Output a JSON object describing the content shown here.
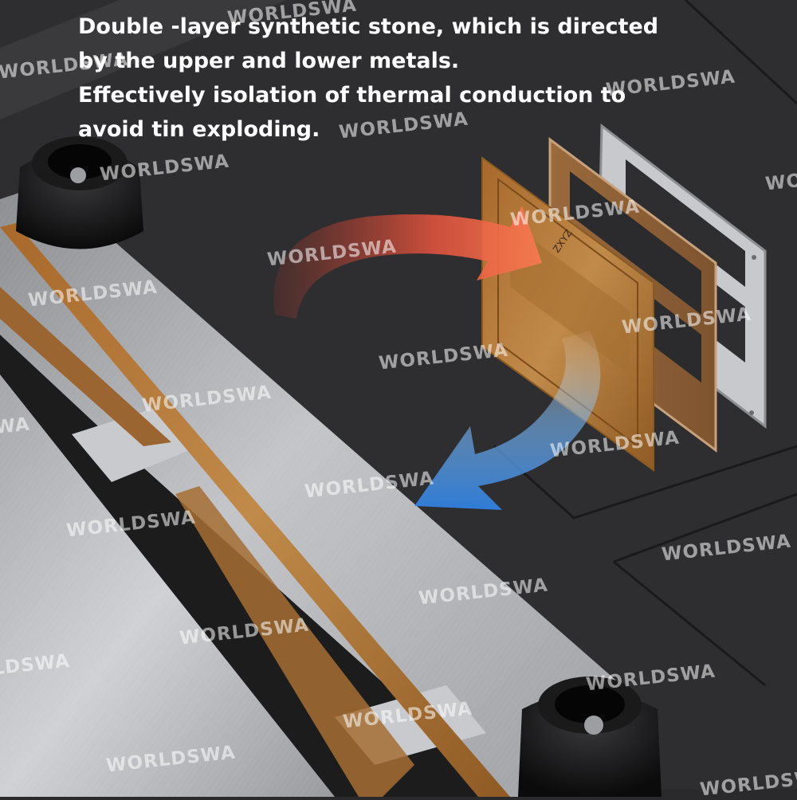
{
  "caption": {
    "lines": [
      "Double -layer synthetic stone, which is directed",
      "by the upper and lower metals.",
      "Effectively isolation of thermal conduction to",
      "avoid tin exploding."
    ]
  },
  "watermark": "WORLDSWA",
  "plate_engraving": "ZXYZ",
  "colors": {
    "background": "#2a2a2c",
    "aluminum": "#b7b8bb",
    "synthetic_stone": "#b27a3a",
    "hot_arrow": "#e8553f",
    "cold_arrow": "#3f8fe0"
  }
}
